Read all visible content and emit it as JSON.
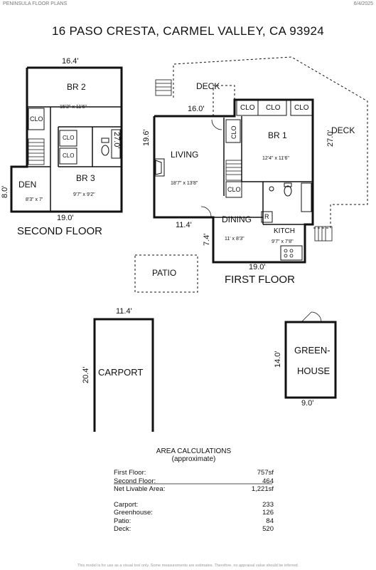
{
  "header": {
    "left": "PENINSULA FLOOR PLANS",
    "right": "6/4/2025"
  },
  "title": "16 PASO CRESTA, CARMEL VALLEY, CA  93924",
  "second_floor": {
    "label": "SECOND FLOOR",
    "width_top": "16.4'",
    "width_bottom": "19.0'",
    "height_right": "27.0'",
    "height_left": "8.0'",
    "rooms": {
      "br2": {
        "name": "BR 2",
        "dims": "15'2\" x 11'6\""
      },
      "br3": {
        "name": "BR 3",
        "dims": "9'7\" x 9'2\""
      },
      "den": {
        "name": "DEN",
        "dims": "8'3\" x 7'"
      },
      "clo": "CLO"
    }
  },
  "first_floor": {
    "label": "FIRST FLOOR",
    "dims": {
      "top": "16.0'",
      "left": "19.6'",
      "right": "27.0'",
      "bottom": "19.0'",
      "bottom_left": "11.4'",
      "dining_side": "7.4'"
    },
    "rooms": {
      "living": {
        "name": "LIVING",
        "dims": "18'7\" x 13'8\""
      },
      "br1": {
        "name": "BR 1",
        "dims": "12'4\" x 11'6\""
      },
      "dining": {
        "name": "DINING",
        "dims": "11' x 8'3\""
      },
      "kitch": {
        "name": "KITCH",
        "dims": "9'7\" x 7'8\""
      },
      "fridge": "R",
      "clo": "CLO"
    },
    "deck": "DECK"
  },
  "patio": "PATIO",
  "carport": {
    "name": "CARPORT",
    "width": "11.4'",
    "depth": "20.4'"
  },
  "greenhouse": {
    "name_line1": "GREEN-",
    "name_line2": "HOUSE",
    "width": "9.0'",
    "depth": "14.0'"
  },
  "area": {
    "title": "AREA CALCULATIONS",
    "subtitle": "(approximate)",
    "first_floor": {
      "label": "First  Floor:",
      "value": "757sf"
    },
    "second_floor": {
      "label": "Second Floor:",
      "value": "464"
    },
    "net": {
      "label": "Net Livable Area:",
      "value": "1,221sf"
    },
    "carport": {
      "label": "Carport:",
      "value": "233"
    },
    "greenhouse": {
      "label": "Greenhouse:",
      "value": "126"
    },
    "patio": {
      "label": "Patio:",
      "value": "84"
    },
    "deck": {
      "label": "Deck:",
      "value": "520"
    }
  },
  "footer": "This model is for use as a visual tool only. Some measurements are estimates. Therefore, no appraisal value should be inferred."
}
